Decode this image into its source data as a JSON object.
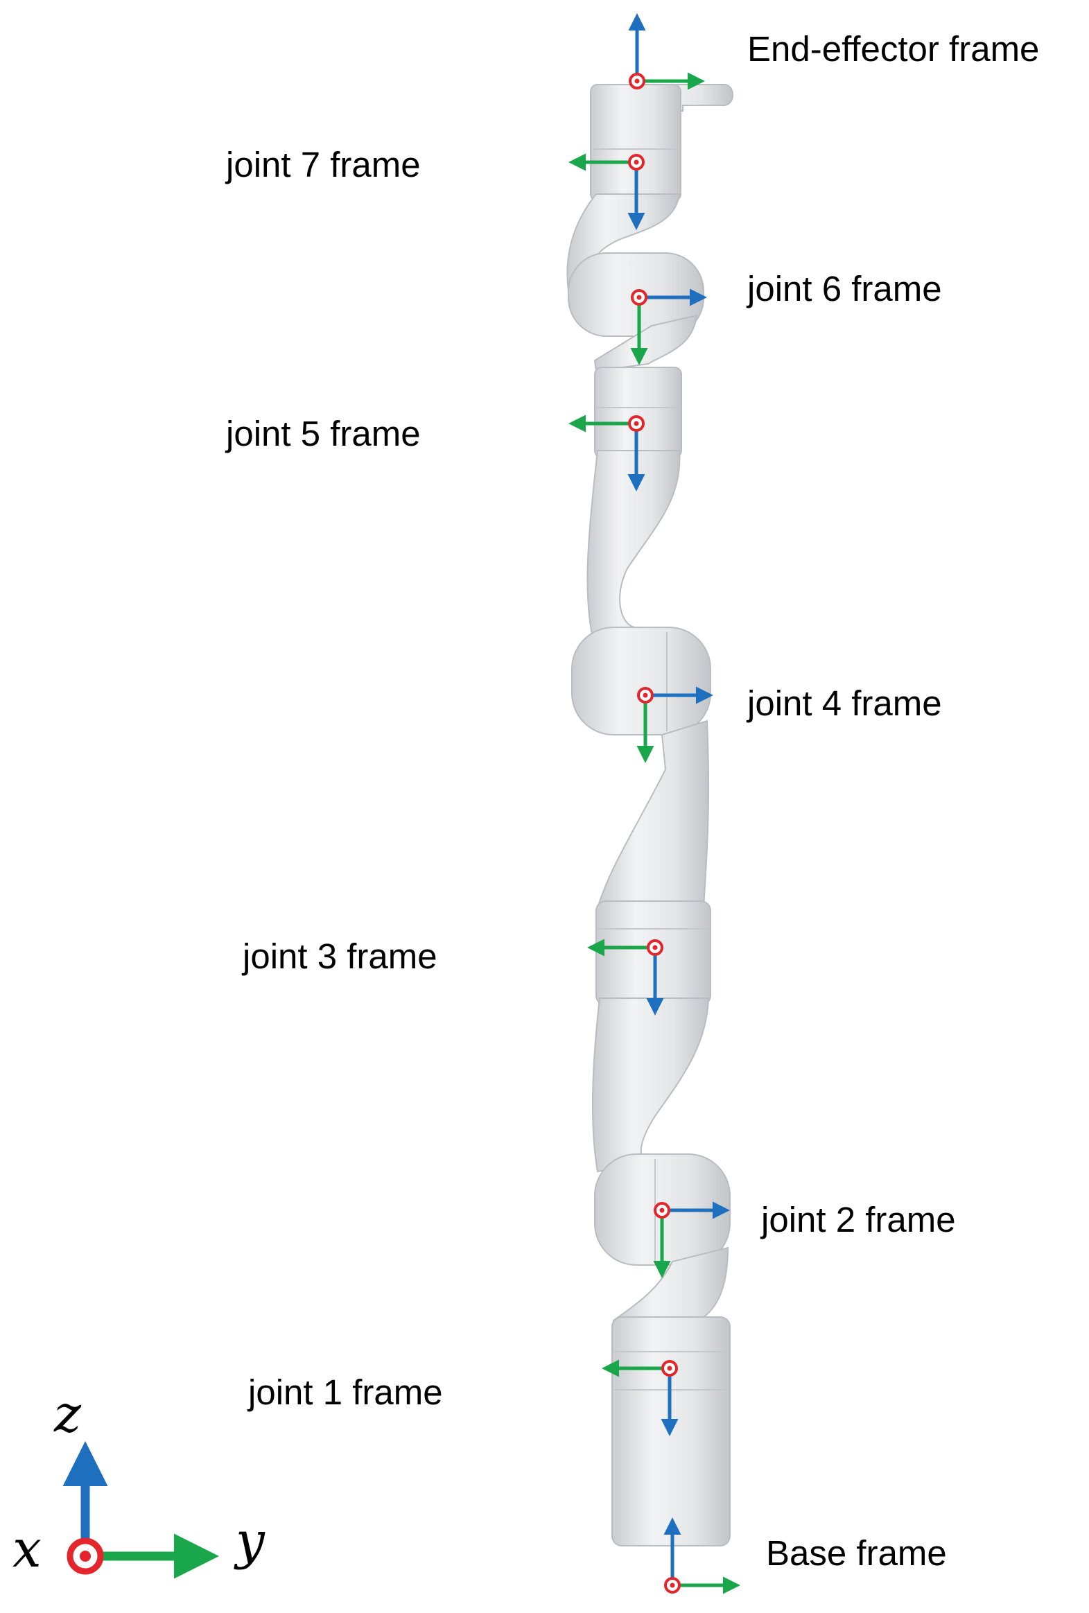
{
  "colors": {
    "z_axis": "#1f6fbf",
    "y_axis": "#1aa64a",
    "x_axis": "#e3262b",
    "robot_body": "#dfe1e3",
    "robot_shade": "#c4c7ca"
  },
  "legend": {
    "x_label": "x",
    "y_label": "y",
    "z_label": "z"
  },
  "frames": [
    {
      "id": "end-effector",
      "label": "End-effector frame",
      "z_direction": "up",
      "y_direction": "right"
    },
    {
      "id": "joint-7",
      "label": "joint 7 frame",
      "z_direction": "down",
      "y_direction": "left"
    },
    {
      "id": "joint-6",
      "label": "joint 6 frame",
      "z_direction": "right",
      "y_direction": "down"
    },
    {
      "id": "joint-5",
      "label": "joint 5 frame",
      "z_direction": "down",
      "y_direction": "left"
    },
    {
      "id": "joint-4",
      "label": "joint 4 frame",
      "z_direction": "right",
      "y_direction": "down"
    },
    {
      "id": "joint-3",
      "label": "joint 3 frame",
      "z_direction": "down",
      "y_direction": "left"
    },
    {
      "id": "joint-2",
      "label": "joint 2 frame",
      "z_direction": "right",
      "y_direction": "down"
    },
    {
      "id": "joint-1",
      "label": "joint 1 frame",
      "z_direction": "down",
      "y_direction": "left"
    },
    {
      "id": "base",
      "label": "Base frame",
      "z_direction": "up",
      "y_direction": "right"
    }
  ]
}
